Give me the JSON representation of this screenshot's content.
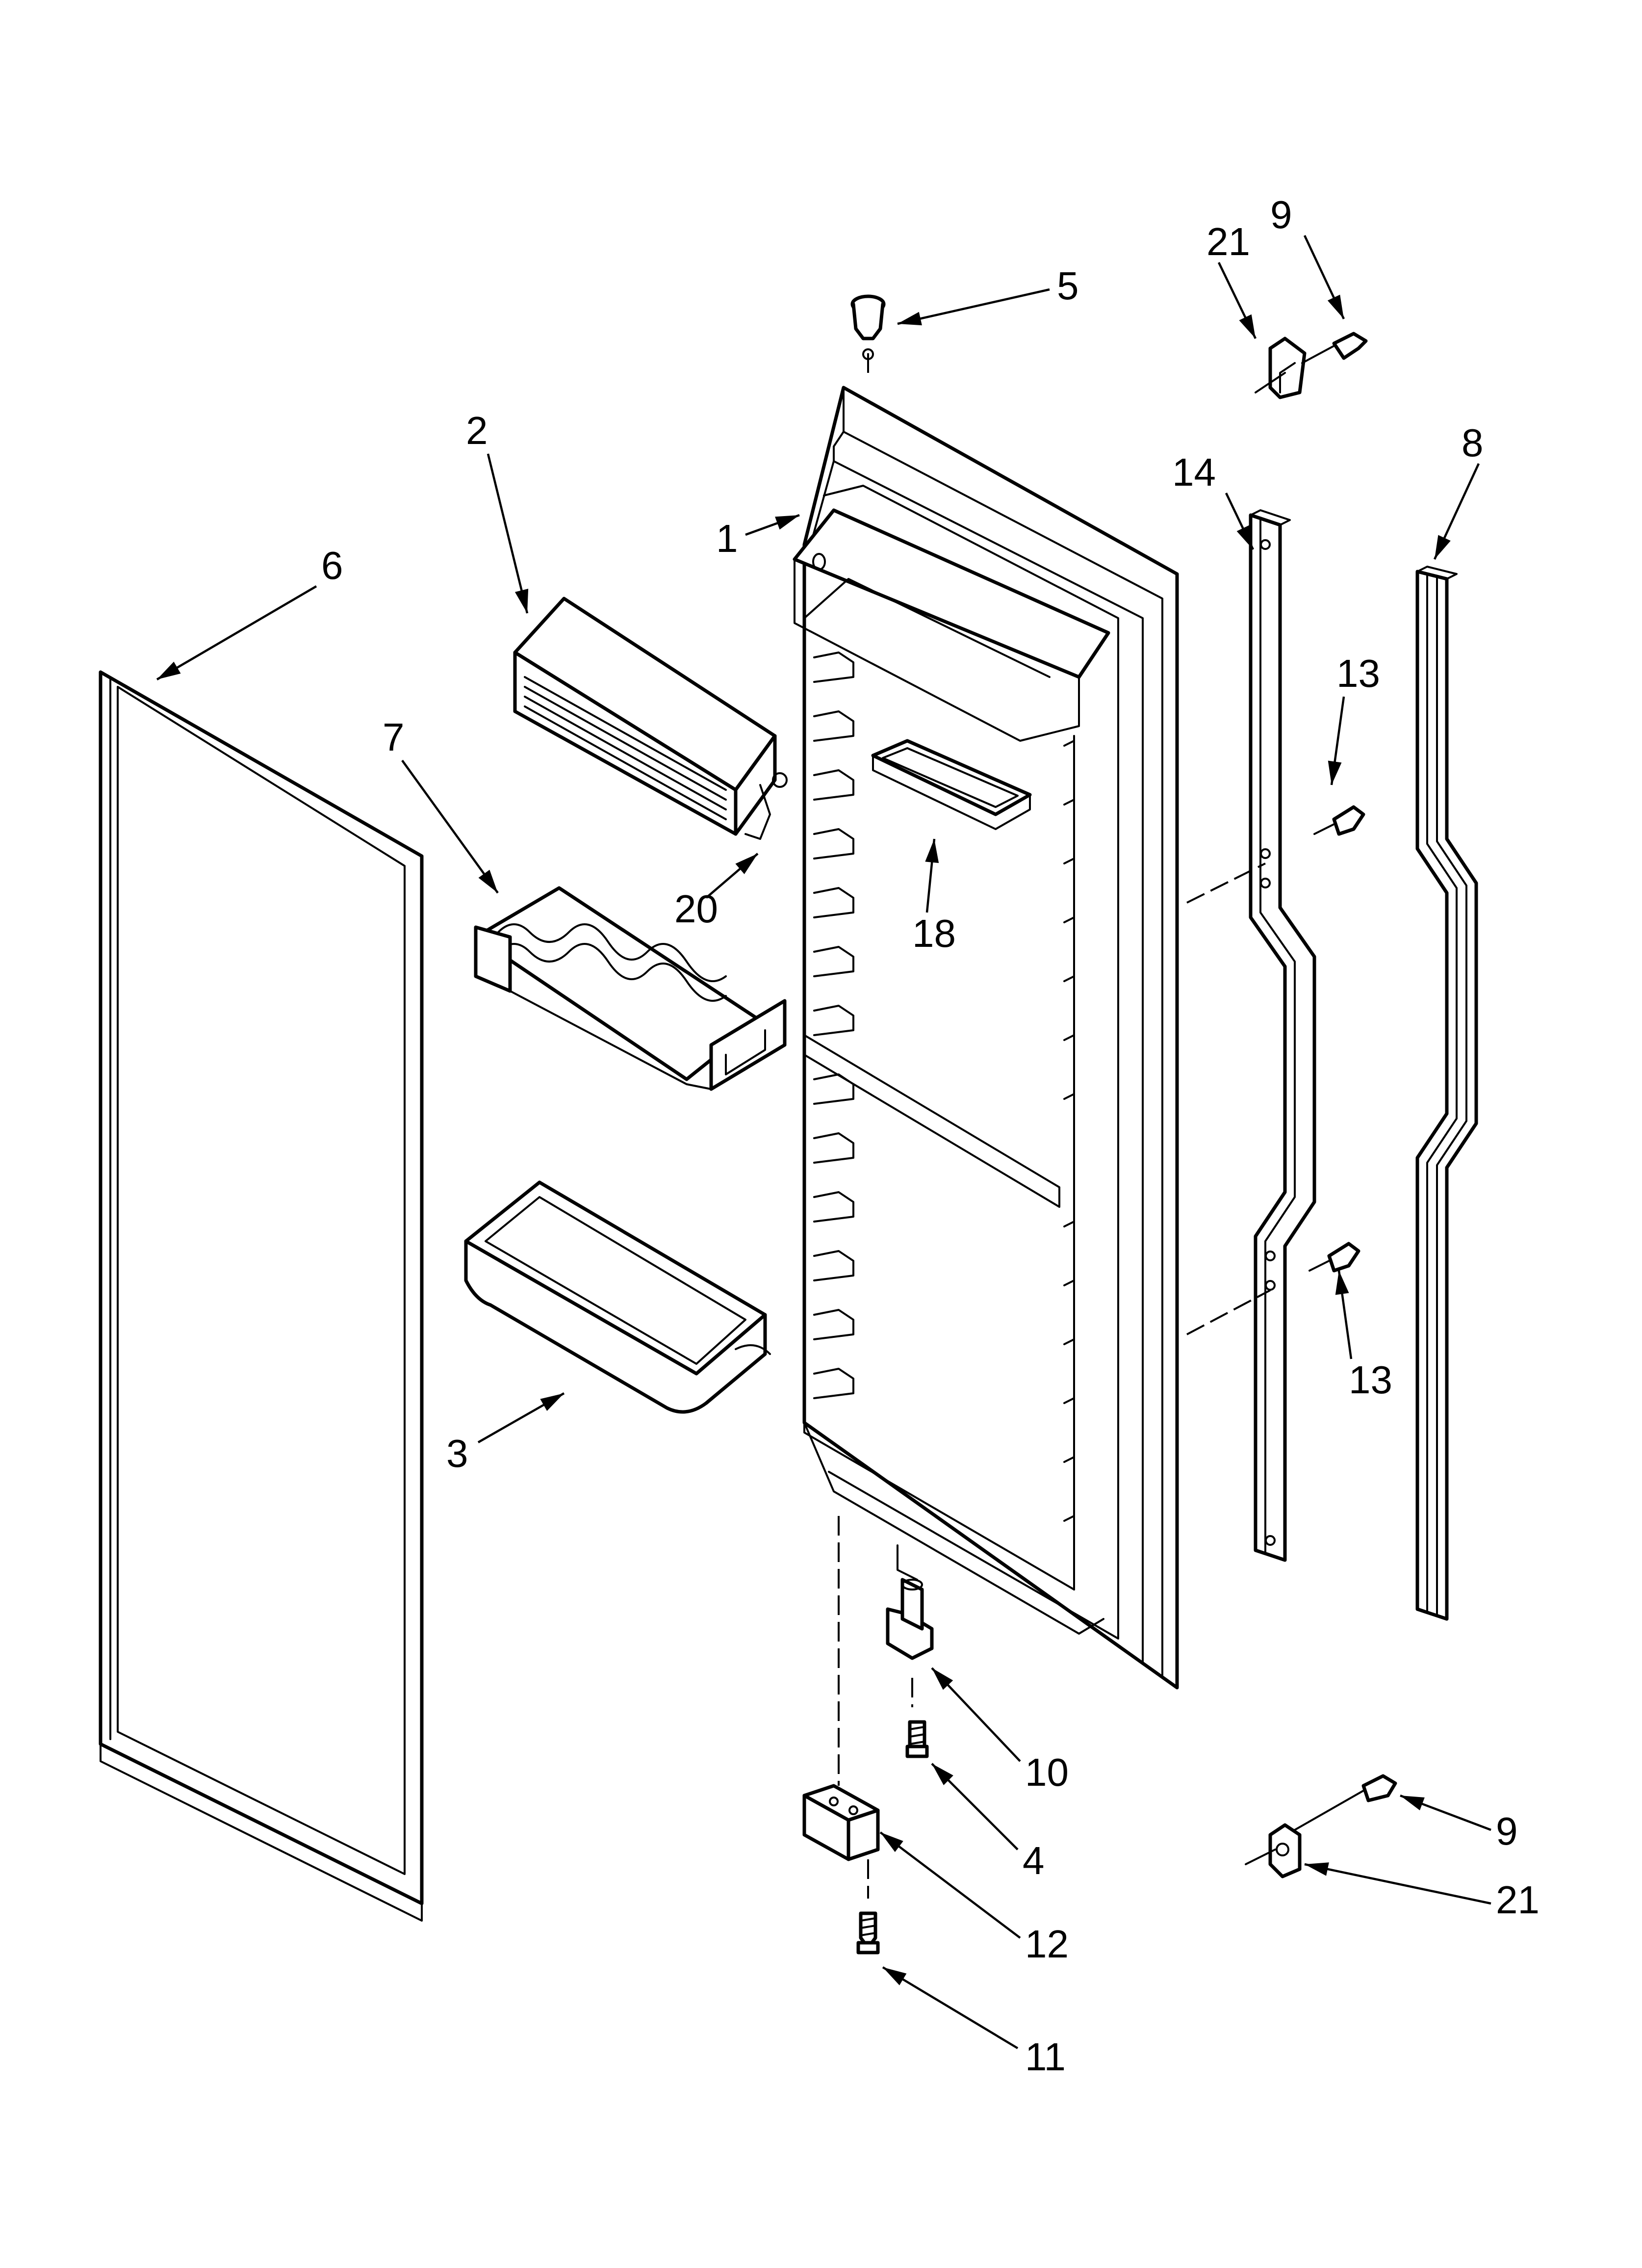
{
  "diagram": {
    "callouts": [
      {
        "id": "c1",
        "label": "1"
      },
      {
        "id": "c2",
        "label": "2"
      },
      {
        "id": "c3",
        "label": "3"
      },
      {
        "id": "c4",
        "label": "4"
      },
      {
        "id": "c5",
        "label": "5"
      },
      {
        "id": "c6",
        "label": "6"
      },
      {
        "id": "c7",
        "label": "7"
      },
      {
        "id": "c8",
        "label": "8"
      },
      {
        "id": "c9a",
        "label": "9"
      },
      {
        "id": "c9b",
        "label": "9"
      },
      {
        "id": "c10",
        "label": "10"
      },
      {
        "id": "c11",
        "label": "11"
      },
      {
        "id": "c12",
        "label": "12"
      },
      {
        "id": "c13a",
        "label": "13"
      },
      {
        "id": "c13b",
        "label": "13"
      },
      {
        "id": "c14",
        "label": "14"
      },
      {
        "id": "c18",
        "label": "18"
      },
      {
        "id": "c20",
        "label": "20"
      },
      {
        "id": "c21a",
        "label": "21"
      },
      {
        "id": "c21b",
        "label": "21"
      }
    ]
  }
}
